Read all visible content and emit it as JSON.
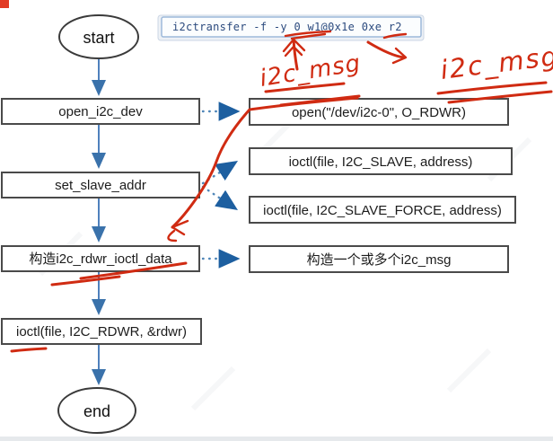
{
  "terminals": {
    "start": "start",
    "end": "end"
  },
  "command_input": {
    "value": "i2ctransfer -f -y 0 w1@0x1e 0xe r2"
  },
  "left_nodes": [
    {
      "label": "open_i2c_dev"
    },
    {
      "label": "set_slave_addr"
    },
    {
      "label": "构造i2c_rdwr_ioctl_data"
    },
    {
      "label": "ioctl(file, I2C_RDWR, &rdwr)"
    }
  ],
  "right_nodes": [
    {
      "label": "open(\"/dev/i2c-0\", O_RDWR)"
    },
    {
      "label": "ioctl(file, I2C_SLAVE, address)"
    },
    {
      "label": "ioctl(file, I2C_SLAVE_FORCE, address)"
    },
    {
      "label": "构造一个或多个i2c_msg"
    }
  ],
  "annotations": {
    "note_left": "i2c_msg",
    "note_right": "i2c_msg"
  },
  "colors": {
    "flow_blue": "#4f81bd",
    "connector_arrow_blue": "#1d5fa0",
    "ink_red": "#d02b12",
    "box_border": "#4a4a4a",
    "command_text": "#2b4a7e"
  }
}
